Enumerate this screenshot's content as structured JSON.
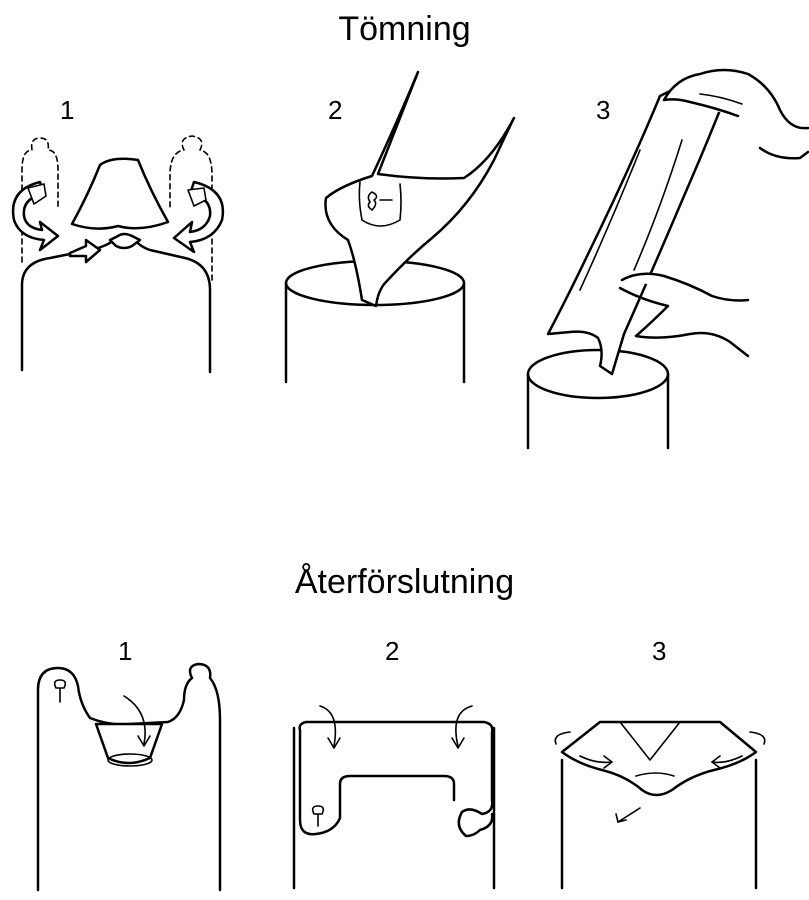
{
  "sections": {
    "emptying": {
      "title": "Tömning",
      "steps": [
        "1",
        "2",
        "3"
      ]
    },
    "resealing": {
      "title": "Återförslutning",
      "steps": [
        "1",
        "2",
        "3"
      ]
    }
  },
  "colors": {
    "ink": "#000000",
    "paper": "#ffffff"
  }
}
